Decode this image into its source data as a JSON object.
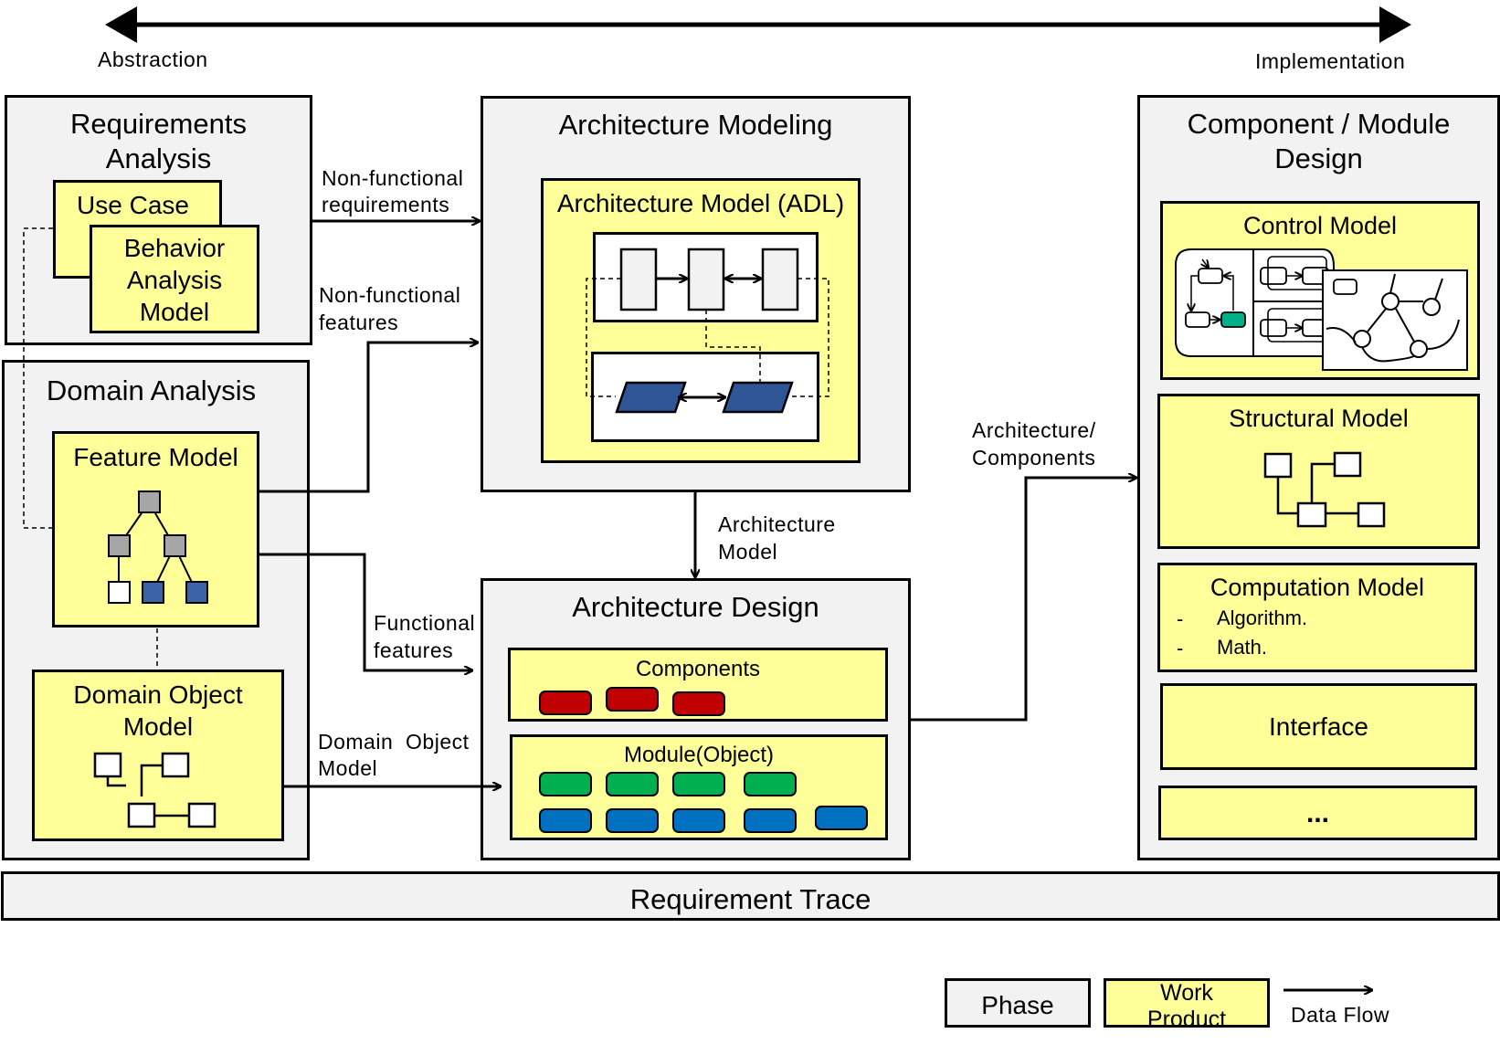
{
  "axis": {
    "left": "Abstraction",
    "right": "Implementation"
  },
  "requirements_analysis": {
    "title_line1": "Requirements",
    "title_line2": "Analysis",
    "use_case": "Use Case",
    "behavior_line1": "Behavior",
    "behavior_line2": "Analysis",
    "behavior_line3": "Model"
  },
  "domain_analysis": {
    "title": "Domain Analysis",
    "feature_model": "Feature Model",
    "domain_object_line1": "Domain Object",
    "domain_object_line2": "Model"
  },
  "architecture_modeling": {
    "title": "Architecture Modeling",
    "adl": "Architecture Model (ADL)"
  },
  "architecture_design": {
    "title": "Architecture Design",
    "components": "Components",
    "module": "Module(Object)"
  },
  "component_module_design": {
    "title_line1": "Component / Module",
    "title_line2": "Design",
    "control_model": "Control Model",
    "structural_model": "Structural Model",
    "computation_model": "Computation Model",
    "computation_items": [
      "Algorithm.",
      "Math."
    ],
    "interface": "Interface",
    "more": "..."
  },
  "flows": {
    "nf_requirements_1": "Non-functional",
    "nf_requirements_2": "requirements",
    "nf_features_1": "Non-functional",
    "nf_features_2": "features",
    "functional_1": "Functional",
    "functional_2": "features",
    "domain_object_1": "Domain  Object",
    "domain_object_2": "Model",
    "architecture_model_1": "Architecture",
    "architecture_model_2": "Model",
    "arch_components_1": "Architecture/",
    "arch_components_2": "Components"
  },
  "requirement_trace": "Requirement  Trace",
  "legend": {
    "phase": "Phase",
    "work_product_1": "Work",
    "work_product_2": "Product",
    "data_flow": "Data  Flow"
  },
  "colors": {
    "phase_fill": "#f2f2f2",
    "work_product_fill": "#ffff99",
    "component_red": "#c00000",
    "module_green": "#00b050",
    "module_blue": "#0070c0",
    "feature_blue": "#3b64a8",
    "feature_gray": "#a6a6a6",
    "adl_blue": "#2f5597",
    "control_teal": "#00b08a"
  }
}
